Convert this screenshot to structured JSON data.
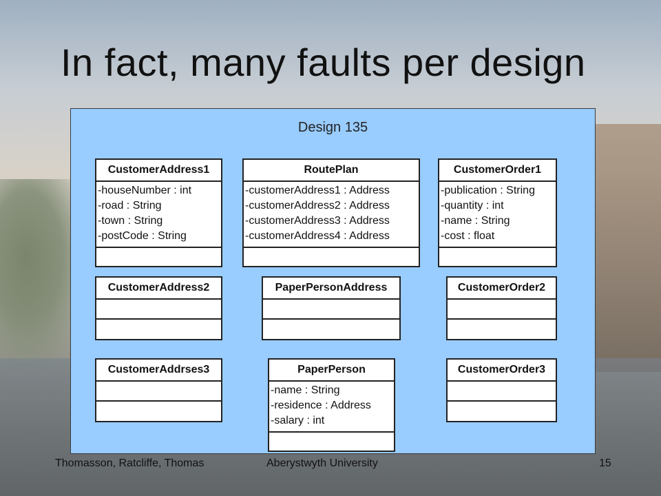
{
  "slide": {
    "title": "In fact, many faults per design",
    "footer_left": "Thomasson, Ratcliffe, Thomas",
    "footer_center": "Aberystwyth University",
    "page_number": "15"
  },
  "diagram": {
    "title": "Design 135",
    "panel_color": "#99ccff",
    "classes": [
      {
        "name": "CustomerAddress1",
        "attributes": [
          "-houseNumber : int",
          "-road : String",
          "-town : String",
          "-postCode : String"
        ]
      },
      {
        "name": "RoutePlan",
        "attributes": [
          "-customerAddress1 : Address",
          "-customerAddress2 : Address",
          "-customerAddress3 : Address",
          "-customerAddress4 : Address"
        ]
      },
      {
        "name": "CustomerOrder1",
        "attributes": [
          "-publication : String",
          "-quantity : int",
          "-name : String",
          "-cost : float"
        ]
      },
      {
        "name": "CustomerAddress2",
        "attributes": []
      },
      {
        "name": "PaperPersonAddress",
        "attributes": []
      },
      {
        "name": "CustomerOrder2",
        "attributes": []
      },
      {
        "name": "CustomerAddrses3",
        "attributes": []
      },
      {
        "name": "PaperPerson",
        "attributes": [
          "-name : String",
          "-residence : Address",
          "-salary : int"
        ]
      },
      {
        "name": "CustomerOrder3",
        "attributes": []
      }
    ]
  }
}
